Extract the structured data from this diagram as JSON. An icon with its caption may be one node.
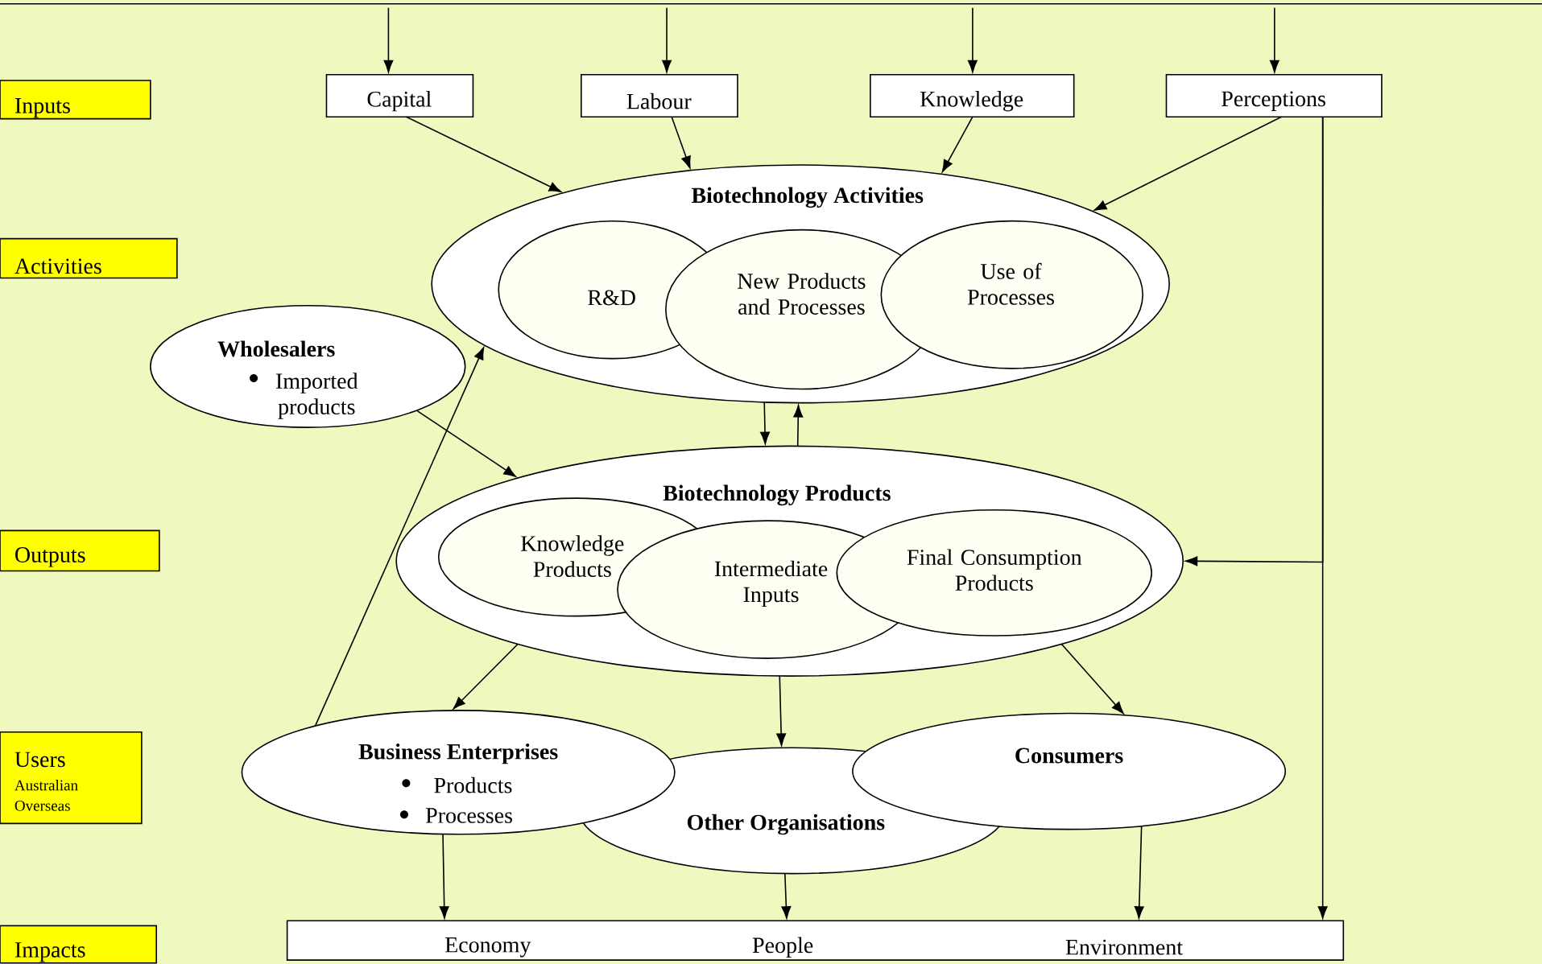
{
  "diagram": {
    "nodes": [
      {
        "text": [
          "Inputs"
        ]
      },
      {
        "text": [
          "Activities"
        ]
      },
      {
        "text": [
          "Outputs"
        ]
      },
      {
        "text": [
          "Users",
          "Australian",
          "Overseas"
        ]
      },
      {
        "text": [
          "Impacts"
        ]
      },
      {
        "text": [
          "Capital"
        ]
      },
      {
        "text": [
          "Labour"
        ]
      },
      {
        "text": [
          "Knowledge"
        ]
      },
      {
        "text": [
          "Perceptions"
        ]
      },
      {
        "text": [
          "Biotechnology Activities"
        ]
      },
      {
        "text": [
          "R&D"
        ],
        "in": 9
      },
      {
        "text": [
          "New Products and Processes"
        ],
        "in": 9
      },
      {
        "text": [
          "Use of Processes"
        ],
        "in": 9
      },
      {
        "text": [
          "Wholesalers",
          "Imported products"
        ]
      },
      {
        "text": [
          "Biotechnology Products"
        ]
      },
      {
        "text": [
          "Knowledge Products"
        ],
        "in": 14
      },
      {
        "text": [
          "Intermediate Inputs"
        ],
        "in": 14
      },
      {
        "text": [
          "Final Consumption Products"
        ],
        "in": 14
      },
      {
        "text": [
          "Business Enterprises",
          "Products",
          "Processes"
        ]
      },
      {
        "text": [
          "Other Organisations"
        ]
      },
      {
        "text": [
          "Consumers"
        ]
      },
      {
        "text": [
          "Economy",
          "People",
          "Environment"
        ]
      }
    ],
    "edges": [
      {
        "from": null,
        "to": 5,
        "arrow": "to"
      },
      {
        "from": null,
        "to": 6,
        "arrow": "to"
      },
      {
        "from": null,
        "to": 7,
        "arrow": "to"
      },
      {
        "from": null,
        "to": 8,
        "arrow": "to"
      },
      {
        "from": 5,
        "to": 9,
        "arrow": "to"
      },
      {
        "from": 6,
        "to": 9,
        "arrow": "to"
      },
      {
        "from": 7,
        "to": 9,
        "arrow": "to"
      },
      {
        "from": 8,
        "to": 9,
        "arrow": "to"
      },
      {
        "from": 9,
        "to": 14,
        "arrow": "to"
      },
      {
        "from": 14,
        "to": 9,
        "arrow": "to"
      },
      {
        "from": 13,
        "to": 14,
        "arrow": "to"
      },
      {
        "from": 18,
        "to": 9,
        "arrow": "to"
      },
      {
        "from": 14,
        "to": 18,
        "arrow": "to"
      },
      {
        "from": 14,
        "to": 19,
        "arrow": "to"
      },
      {
        "from": 14,
        "to": 20,
        "arrow": "to"
      },
      {
        "from": 8,
        "to": 14,
        "arrow": "to"
      },
      {
        "from": 8,
        "to": 21,
        "arrow": "to"
      },
      {
        "from": 18,
        "to": 21,
        "arrow": "to"
      },
      {
        "from": 19,
        "to": 21,
        "arrow": "to"
      },
      {
        "from": 20,
        "to": 21,
        "arrow": "to"
      }
    ]
  }
}
